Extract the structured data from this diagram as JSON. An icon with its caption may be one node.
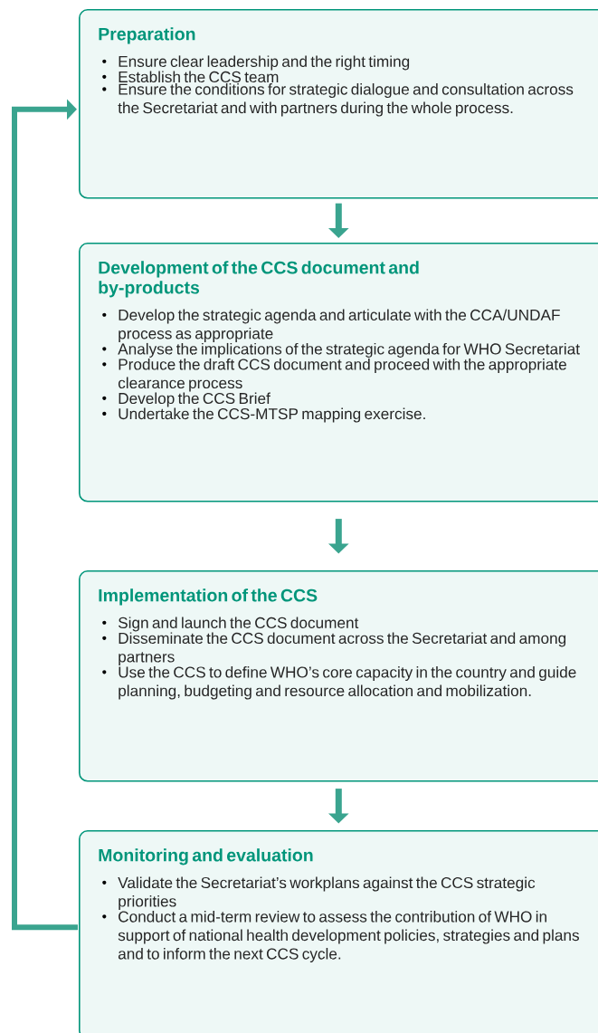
{
  "diagram": {
    "nodes": [
      {
        "text": [
          "Preparation",
          "Ensure clear leadership and the right timing",
          "Establish the CCS team",
          "Ensure the conditions for strategic dialogue and consultation across the Secretariat and with partners during the whole process."
        ]
      },
      {
        "text": [
          "Development of the CCS document and by-products",
          "Develop the strategic agenda and articulate with the CCA/UNDAF process as appropriate",
          "Analyse the implications of the strategic agenda for WHO Secretariat",
          "Produce the draft CCS document and proceed with the appropriate clearance process",
          "Develop the CCS Brief",
          "Undertake the CCS-MTSP mapping exercise."
        ]
      },
      {
        "text": [
          "Implementation of the CCS",
          "Sign and launch the CCS document",
          "Disseminate the CCS document across the Secretariat and among partners",
          "Use the CCS to define WHO’s core capacity in the country and guide planning, budgeting and resource allocation and mobilization."
        ]
      },
      {
        "text": [
          "Monitoring and evaluation",
          "Validate the Secretariat’s workplans against the CCS strategic priorities",
          "Conduct a mid-term review to assess the contribution of WHO in support of national health development policies, strategies and plans and to inform the next CCS cycle."
        ]
      }
    ],
    "edges": [
      {
        "from": 0,
        "to": 1,
        "arrow": "to"
      },
      {
        "from": 1,
        "to": 2,
        "arrow": "to"
      },
      {
        "from": 2,
        "to": 3,
        "arrow": "to"
      },
      {
        "from": 3,
        "to": 0,
        "arrow": "to"
      }
    ]
  }
}
